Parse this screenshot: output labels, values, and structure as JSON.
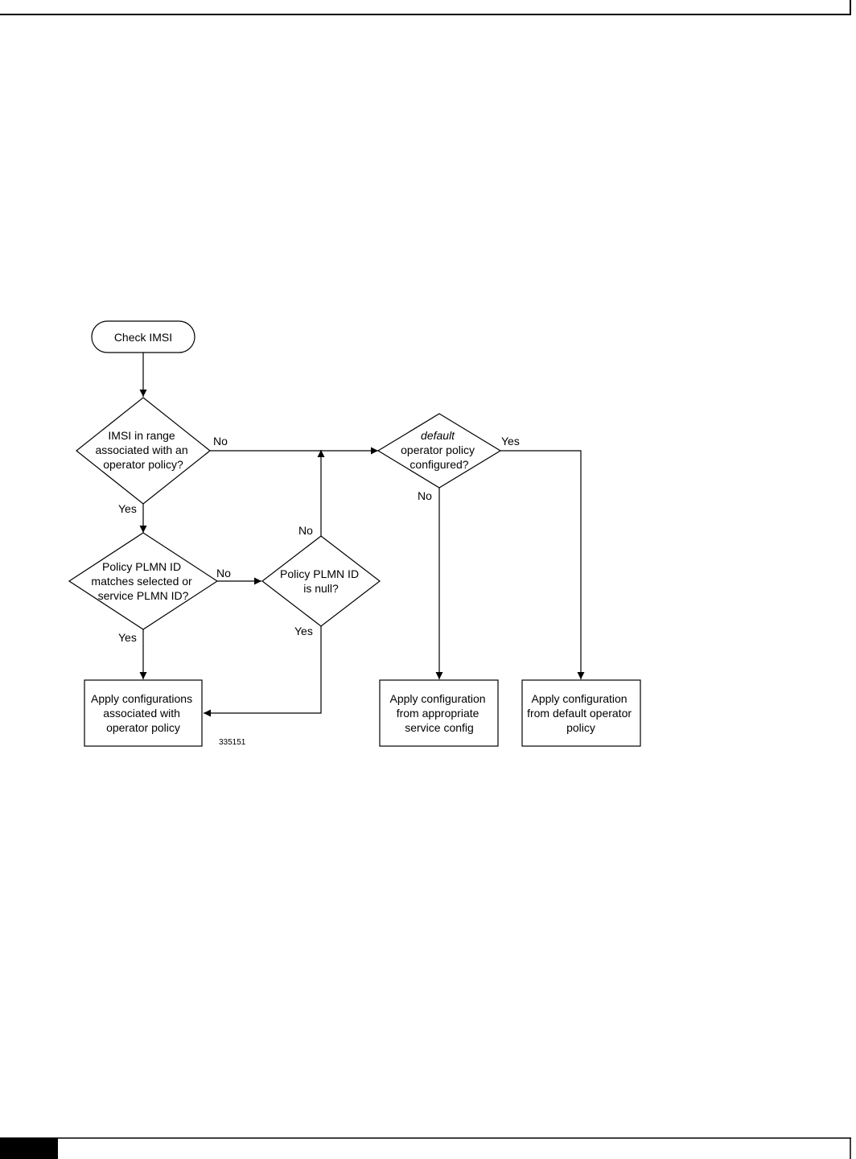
{
  "nodes": {
    "start": {
      "lines": [
        "Check IMSI"
      ]
    },
    "q_imsi_range": {
      "lines": [
        "IMSI in range",
        "associated with an",
        "operator policy?"
      ]
    },
    "q_default_policy": {
      "lines": [
        "default",
        "operator policy",
        "configured?"
      ]
    },
    "q_plmn_match": {
      "lines": [
        "Policy PLMN ID",
        "matches selected or",
        "service PLMN ID?"
      ]
    },
    "q_plmn_null": {
      "lines": [
        "Policy PLMN ID",
        "is null?"
      ]
    },
    "apply_operator": {
      "lines": [
        "Apply configurations",
        "associated with",
        "operator policy"
      ]
    },
    "apply_service": {
      "lines": [
        "Apply configuration",
        "from appropriate",
        "service config"
      ]
    },
    "apply_default": {
      "lines": [
        "Apply configuration",
        "from default operator",
        "policy"
      ]
    }
  },
  "edges": {
    "imsi_no": "No",
    "imsi_yes": "Yes",
    "plmn_match_no": "No",
    "plmn_match_yes": "Yes",
    "plmn_null_no": "No",
    "plmn_null_yes": "Yes",
    "default_yes": "Yes",
    "default_no": "No"
  },
  "figure_id": "335151"
}
